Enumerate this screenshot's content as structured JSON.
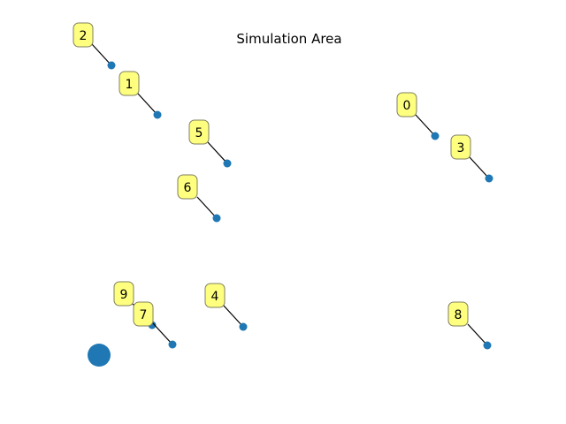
{
  "title": "Simulation Area",
  "colors": {
    "node": "#1f77b4",
    "label_fill": "#ffff7f",
    "label_border": "#7f7f5f",
    "leader_line": "#000000"
  },
  "nodes": [
    {
      "id": "0",
      "label": "0"
    },
    {
      "id": "1",
      "label": "1"
    },
    {
      "id": "2",
      "label": "2"
    },
    {
      "id": "3",
      "label": "3"
    },
    {
      "id": "4",
      "label": "4"
    },
    {
      "id": "5",
      "label": "5"
    },
    {
      "id": "6",
      "label": "6"
    },
    {
      "id": "7",
      "label": "7"
    },
    {
      "id": "8",
      "label": "8"
    },
    {
      "id": "9",
      "label": "9"
    }
  ],
  "sink": {
    "shape": "large-circle"
  }
}
